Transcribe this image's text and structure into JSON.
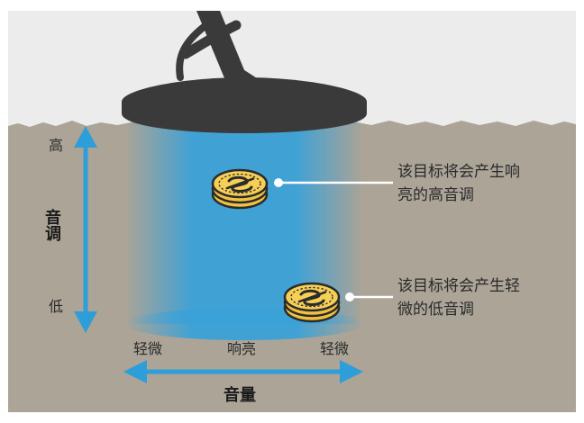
{
  "colors": {
    "sky": "#ececec",
    "ground": "#aba497",
    "beam": "#3aa1d8",
    "detector": "#3a3a3a",
    "arrow": "#2e9ed9",
    "coin_fill": "#f2c23f",
    "coin_outline": "#2b2b2b"
  },
  "icons": {
    "coin_high": "dollar-coin-stack-icon",
    "coin_low": "dollar-coin-stack-icon",
    "detector": "metal-detector-coil-icon"
  },
  "callouts": {
    "high_target": [
      "该目标将会产生响",
      "亮的高音调"
    ],
    "low_target": [
      "该目标将会产生轻",
      "微的低音调"
    ]
  },
  "pitch_axis": {
    "title": "音调",
    "high_label": "高",
    "low_label": "低"
  },
  "volume_axis": {
    "title": "音量",
    "labels": [
      "轻微",
      "响亮",
      "轻微"
    ]
  }
}
